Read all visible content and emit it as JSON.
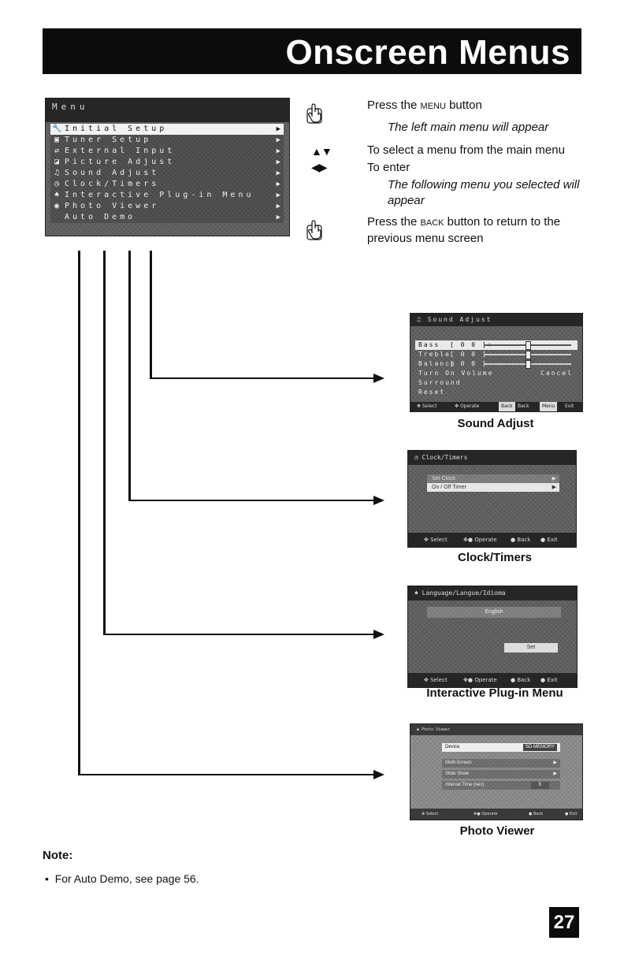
{
  "header": {
    "title": "Onscreen Menus"
  },
  "main_menu": {
    "title": "Menu",
    "items": [
      {
        "label": "Initial Setup",
        "icon": "wrench-icon",
        "selected": true
      },
      {
        "label": "Tuner Setup",
        "icon": "tuner-icon"
      },
      {
        "label": "External Input",
        "icon": "input-icon"
      },
      {
        "label": "Picture Adjust",
        "icon": "picture-icon"
      },
      {
        "label": "Sound Adjust",
        "icon": "music-note-icon"
      },
      {
        "label": "Clock/Timers",
        "icon": "clock-icon"
      },
      {
        "label": "Interactive Plug-in Menu",
        "icon": "plug-icon"
      },
      {
        "label": "Photo Viewer",
        "icon": "camera-icon"
      },
      {
        "label": "Auto Demo",
        "icon": ""
      }
    ]
  },
  "instructions": {
    "step1_pre": "Press the ",
    "step1_key": "Menu",
    "step1_post": " button",
    "step1_result": "The left main menu will appear",
    "step2_select": "To select a menu from the main menu",
    "step2_enter": "To enter",
    "step2_result": "The following menu you selected will appear",
    "step3_pre": "Press the ",
    "step3_key": "Back",
    "step3_post": " button to return to the previous menu screen"
  },
  "screens": {
    "sound": {
      "title": "Sound Adjust",
      "caption": "Sound Adjust",
      "rows": [
        {
          "label": "Bass",
          "value": "[ 0 0 ]+",
          "level": 0.5,
          "selected": true
        },
        {
          "label": "Treble",
          "value": "[ 0 0 ]",
          "level": 0.5
        },
        {
          "label": "Balance",
          "value": "[ 0 0 ]",
          "level": 0.5
        },
        {
          "label": "Turn On Volume",
          "value": "Cancel"
        },
        {
          "label": "Surround",
          "value": ""
        },
        {
          "label": "Reset",
          "value": ""
        }
      ],
      "footer": {
        "select": "Select",
        "operate": "Operate",
        "back_key": "Back",
        "back": "Back",
        "menu_key": "Menu",
        "exit": "Exit"
      }
    },
    "clock": {
      "title": "Clock/Timers",
      "caption": "Clock/Timers",
      "rows": [
        "Set Clock",
        "On / Off Timer"
      ],
      "footer": {
        "select": "Select",
        "operate": "Operate",
        "back": "Back",
        "exit": "Exit"
      }
    },
    "interactive": {
      "title": "Language/Langue/Idioma",
      "caption": "Interactive Plug-in Menu",
      "value": "English",
      "set": "Set",
      "footer": {
        "select": "Select",
        "operate": "Operate",
        "back": "Back",
        "exit": "Exit"
      }
    },
    "photo": {
      "title": "Photo Viewer",
      "caption": "Photo Viewer",
      "device_label": "Device",
      "device_value": "SD-MEMORY",
      "rows": [
        "Multi-Screen",
        "Slide Show",
        "Interval Time (sec)"
      ],
      "interval_value": "5",
      "footer": {
        "select": "Select",
        "operate": "Operate",
        "back": "Back",
        "exit": "Exit"
      }
    }
  },
  "note": {
    "title": "Note:",
    "item": "For Auto Demo, see page 56."
  },
  "page_number": "27"
}
